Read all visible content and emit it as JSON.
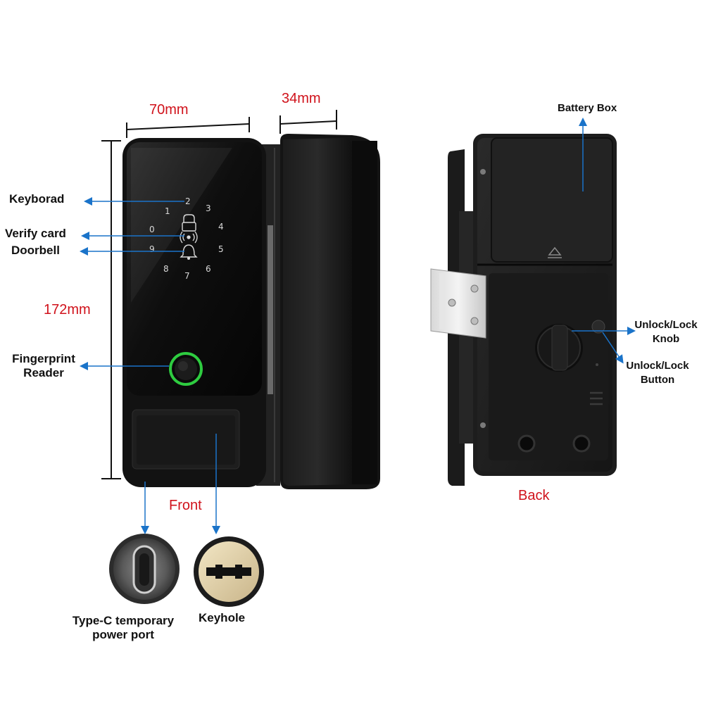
{
  "dimensions": {
    "width": "70mm",
    "depth": "34mm",
    "height": "172mm"
  },
  "callouts": {
    "keyboard": "Keyborad",
    "verify_card": "Verify card",
    "doorbell": "Doorbell",
    "fingerprint_line1": "Fingerprint",
    "fingerprint_line2": "Reader",
    "battery_box": "Battery Box",
    "unlock_knob_line1": "Unlock/Lock",
    "unlock_knob_line2": "Knob",
    "unlock_button_line1": "Unlock/Lock",
    "unlock_button_line2": "Button",
    "typec_line1": "Type-C temporary",
    "typec_line2": "power port",
    "keyhole": "Keyhole"
  },
  "views": {
    "front": "Front",
    "back": "Back"
  },
  "keypad_digits": [
    "1",
    "2",
    "3",
    "4",
    "5",
    "6",
    "7",
    "8",
    "9",
    "0"
  ],
  "colors": {
    "dimension_text": "#d0121b",
    "arrow": "#1a73c9",
    "device_body": "#1a1a1a",
    "fingerprint_ring": "#2ecc40"
  }
}
